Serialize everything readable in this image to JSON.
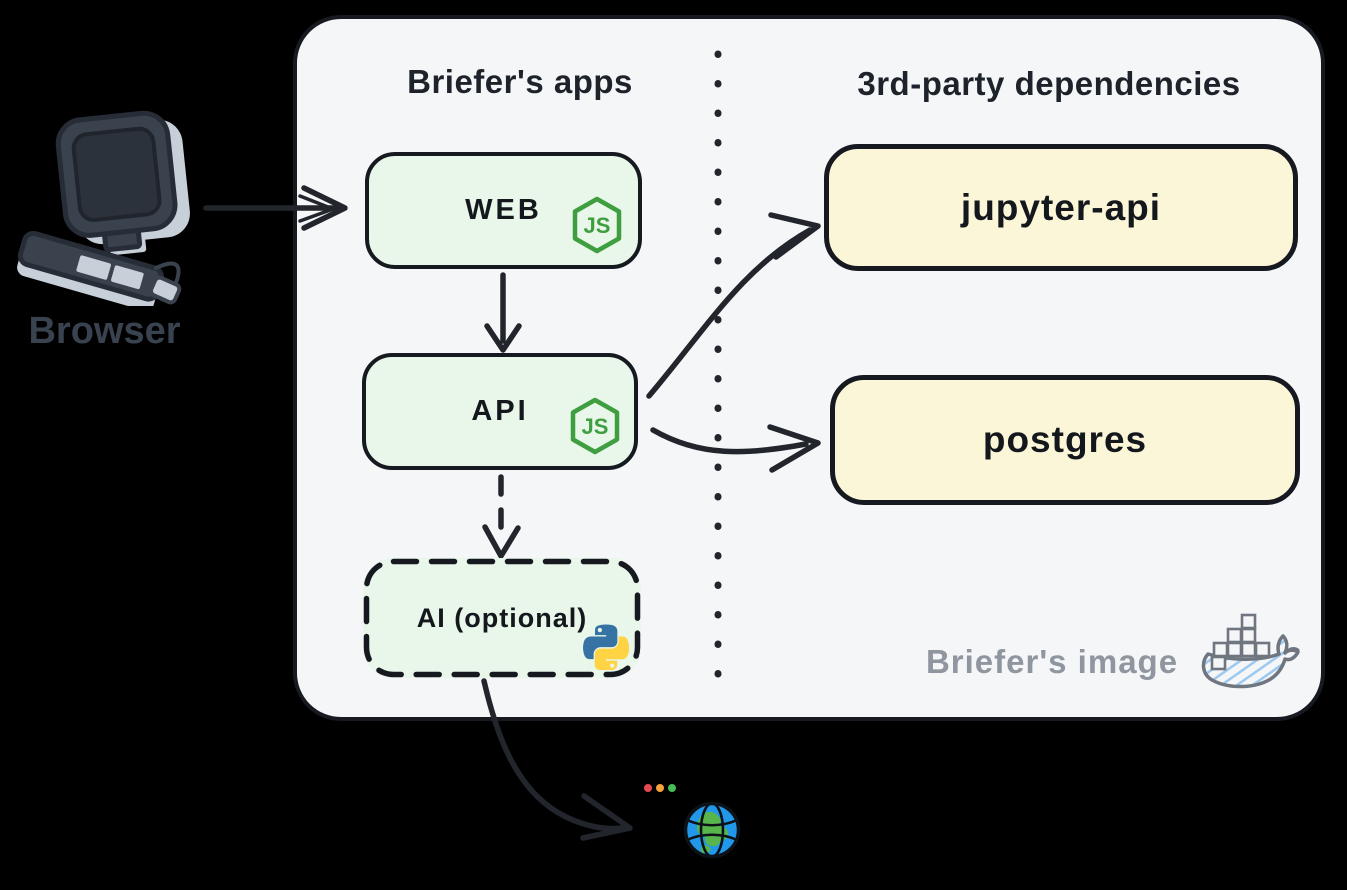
{
  "colors": {
    "outline": "#16191f",
    "arrow": "#22262c",
    "container_fill": "#f4f6f8",
    "app_box_fill": "#e9f6ea",
    "dep_box_fill": "#fcf6d8",
    "heading_text": "#1e232b",
    "muted_text": "#8f969f",
    "browser_text": "#39424f",
    "node_green": "#3f9e3f",
    "python_blue": "#3672a4",
    "python_yellow": "#ffd343",
    "docker_gray": "#6f7680",
    "docker_blue": "#9cc9ef",
    "globe_blue": "#2298ea",
    "globe_land": "#58b54b",
    "dot_red": "#e5484d",
    "dot_orange": "#f2a33c",
    "dot_green": "#45bf55"
  },
  "diagram": {
    "browser": {
      "label": "Browser",
      "icon": "computer-icon"
    },
    "container": {
      "left_section_title": "Briefer's apps",
      "right_section_title": "3rd-party dependencies",
      "footer_label": "Briefer's image",
      "footer_icon": "docker-whale-icon"
    },
    "nodes": {
      "web": {
        "label": "WEB",
        "icon": "nodejs-icon",
        "type": "app"
      },
      "api": {
        "label": "API",
        "icon": "nodejs-icon",
        "type": "app"
      },
      "ai": {
        "label": "AI (optional)",
        "icon": "python-icon",
        "type": "app",
        "style": "dashed"
      },
      "jupyter": {
        "label": "jupyter-api",
        "type": "dependency"
      },
      "postgres": {
        "label": "postgres",
        "type": "dependency"
      }
    },
    "edges": [
      {
        "from": "browser",
        "to": "web"
      },
      {
        "from": "web",
        "to": "api"
      },
      {
        "from": "api",
        "to": "ai",
        "style": "dashed"
      },
      {
        "from": "api",
        "to": "jupyter"
      },
      {
        "from": "api",
        "to": "postgres"
      },
      {
        "from": "ai",
        "to": "internet"
      }
    ],
    "internet": {
      "icon": "globe-icon",
      "dots": [
        "red",
        "orange",
        "green"
      ]
    }
  }
}
